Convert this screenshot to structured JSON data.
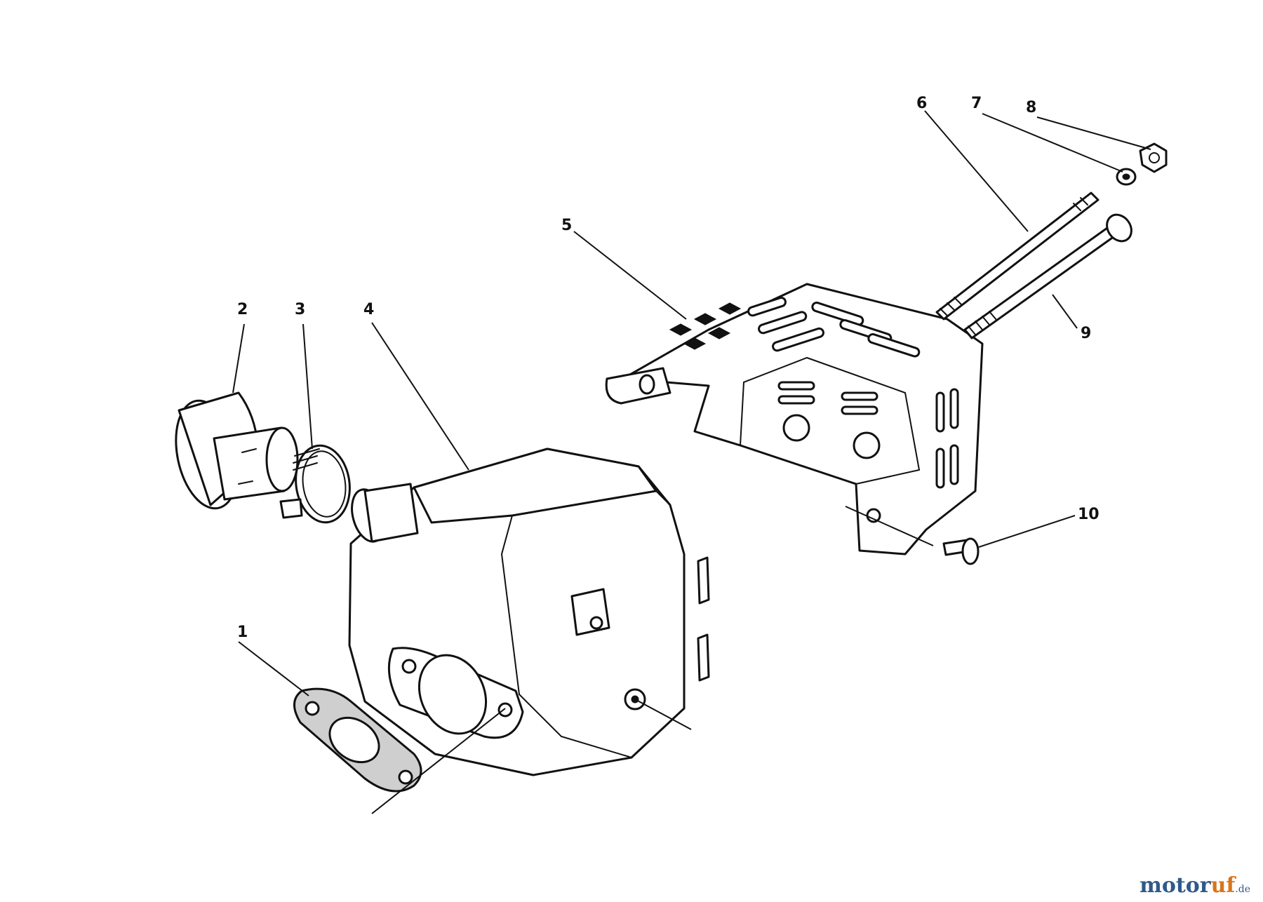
{
  "callouts": {
    "c1": "1",
    "c2": "2",
    "c3": "3",
    "c4": "4",
    "c5": "5",
    "c6": "6",
    "c7": "7",
    "c8": "8",
    "c9": "9",
    "c10": "10"
  },
  "watermark": {
    "main": "motor",
    "accent": "uf",
    "tld": ".de"
  },
  "colors": {
    "line": "#111111",
    "watermark_blue": "#2f5a8a",
    "watermark_orange": "#d9741c"
  }
}
